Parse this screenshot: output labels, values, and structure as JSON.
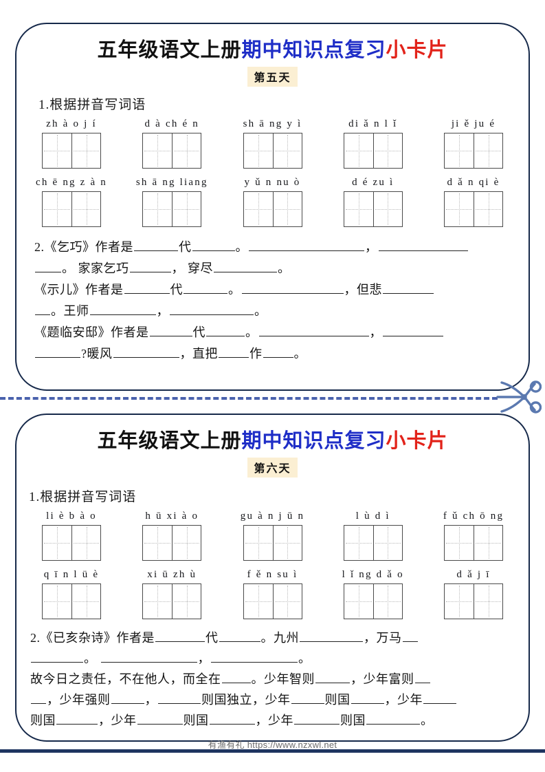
{
  "document": {
    "footer_watermark": "有渔有礼 https://www.nzxwl.net",
    "colors": {
      "title_black": "#111111",
      "title_blue": "#1f2ec7",
      "title_red": "#e2231a",
      "card_border": "#16294a",
      "badge_bg": "#fbefd3",
      "cutline": "#4a62ad",
      "scissors": "#5b79b0",
      "footer_bar": "#1e3460"
    }
  },
  "cards": [
    {
      "title": {
        "part_black": "五年级语文上册",
        "part_blue": "期中知识点复习",
        "part_red": "小卡片"
      },
      "day_badge": "第五天",
      "section1_heading": "1.根据拼音写词语",
      "pinyin_rows": [
        [
          {
            "pinyin": "zh à o   j í"
          },
          {
            "pinyin": "d à ch é n"
          },
          {
            "pinyin": "sh ā ng  y ì"
          },
          {
            "pinyin": "di ǎ n  l ǐ"
          },
          {
            "pinyin": "ji ě   ju é"
          }
        ],
        [
          {
            "pinyin": "ch ē ng z à n"
          },
          {
            "pinyin": "sh ā ng liang"
          },
          {
            "pinyin": "y ǔ n nu ò"
          },
          {
            "pinyin": "d é  zu ì"
          },
          {
            "pinyin": "d ǎ n   qi è"
          }
        ]
      ],
      "section2_lines": [
        {
          "segments": [
            {
              "t": "text",
              "v": "2.《乞巧》作者是"
            },
            {
              "t": "blank",
              "w": 64
            },
            {
              "t": "text",
              "v": "代"
            },
            {
              "t": "blank",
              "w": 62
            },
            {
              "t": "text",
              "v": "。"
            },
            {
              "t": "blank",
              "w": 168
            },
            {
              "t": "text",
              "v": "，"
            },
            {
              "t": "blank",
              "w": 130
            }
          ]
        },
        {
          "segments": [
            {
              "t": "blank",
              "w": 38
            },
            {
              "t": "text",
              "v": "。  家家乞巧"
            },
            {
              "t": "blank",
              "w": 60
            },
            {
              "t": "text",
              "v": "，  穿尽"
            },
            {
              "t": "blank",
              "w": 92
            },
            {
              "t": "text",
              "v": "。"
            }
          ]
        },
        {
          "segments": [
            {
              "t": "text",
              "v": "《示儿》作者是"
            },
            {
              "t": "blank",
              "w": 66
            },
            {
              "t": "text",
              "v": "代"
            },
            {
              "t": "blank",
              "w": 64
            },
            {
              "t": "text",
              "v": "。"
            },
            {
              "t": "blank",
              "w": 148
            },
            {
              "t": "text",
              "v": "，但悲"
            },
            {
              "t": "blank",
              "w": 74
            }
          ]
        },
        {
          "segments": [
            {
              "t": "blank",
              "w": 22
            },
            {
              "t": "text",
              "v": "。王师"
            },
            {
              "t": "blank",
              "w": 96
            },
            {
              "t": "text",
              "v": "，"
            },
            {
              "t": "blank",
              "w": 122
            },
            {
              "t": "text",
              "v": "。"
            }
          ]
        },
        {
          "segments": [
            {
              "t": "text",
              "v": "《题临安邸》作者是"
            },
            {
              "t": "blank",
              "w": 62
            },
            {
              "t": "text",
              "v": "代"
            },
            {
              "t": "blank",
              "w": 56
            },
            {
              "t": "text",
              "v": "。"
            },
            {
              "t": "blank",
              "w": 160
            },
            {
              "t": "text",
              "v": "，"
            },
            {
              "t": "blank",
              "w": 88
            }
          ]
        },
        {
          "segments": [
            {
              "t": "blank",
              "w": 66
            },
            {
              "t": "text",
              "v": "?暖风"
            },
            {
              "t": "blank",
              "w": 96
            },
            {
              "t": "text",
              "v": "，直把"
            },
            {
              "t": "blank",
              "w": 44
            },
            {
              "t": "text",
              "v": "作"
            },
            {
              "t": "blank",
              "w": 44
            },
            {
              "t": "text",
              "v": "。"
            }
          ]
        }
      ]
    },
    {
      "title": {
        "part_black": "五年级语文上册",
        "part_blue": "期中知识点复习",
        "part_red": "小卡片"
      },
      "day_badge": "第六天",
      "section1_heading": "1.根据拼音写词语",
      "pinyin_rows": [
        [
          {
            "pinyin": "li è  b à o"
          },
          {
            "pinyin": "h ū  xi à o"
          },
          {
            "pinyin": "gu à n j ū n"
          },
          {
            "pinyin": "l ù   d ì"
          },
          {
            "pinyin": "f ǔ  ch ō ng"
          }
        ],
        [
          {
            "pinyin": "q ī n  l ü è"
          },
          {
            "pinyin": "xi ū  zh ù"
          },
          {
            "pinyin": "f ě n  su ì"
          },
          {
            "pinyin": "l ǐ ng d ǎ o"
          },
          {
            "pinyin": "d ǎ   j ī"
          }
        ]
      ],
      "section2_lines": [
        {
          "segments": [
            {
              "t": "text",
              "v": "2.《已亥杂诗》作者是"
            },
            {
              "t": "blank",
              "w": 72
            },
            {
              "t": "text",
              "v": "代"
            },
            {
              "t": "blank",
              "w": 60
            },
            {
              "t": "text",
              "v": "。九州"
            },
            {
              "t": "blank",
              "w": 92
            },
            {
              "t": "text",
              "v": "，万马"
            },
            {
              "t": "blank",
              "w": 22
            }
          ]
        },
        {
          "segments": [
            {
              "t": "blank",
              "w": 76
            },
            {
              "t": "text",
              "v": "。  "
            },
            {
              "t": "blank",
              "w": 140
            },
            {
              "t": "text",
              "v": "，"
            },
            {
              "t": "blank",
              "w": 126
            },
            {
              "t": "text",
              "v": "。"
            }
          ]
        },
        {
          "segments": [
            {
              "t": "text",
              "v": "故今日之责任，不在他人，而全在"
            },
            {
              "t": "blank",
              "w": 42
            },
            {
              "t": "text",
              "v": "。少年智则"
            },
            {
              "t": "blank",
              "w": 50
            },
            {
              "t": "text",
              "v": "，少年富则"
            },
            {
              "t": "blank",
              "w": 22
            }
          ]
        },
        {
          "segments": [
            {
              "t": "blank",
              "w": 22
            },
            {
              "t": "text",
              "v": "，少年强则"
            },
            {
              "t": "blank",
              "w": 48
            },
            {
              "t": "text",
              "v": "，"
            },
            {
              "t": "blank",
              "w": 62
            },
            {
              "t": "text",
              "v": "则国独立，少年"
            },
            {
              "t": "blank",
              "w": 48
            },
            {
              "t": "text",
              "v": "则国"
            },
            {
              "t": "blank",
              "w": 48
            },
            {
              "t": "text",
              "v": "，少年"
            },
            {
              "t": "blank",
              "w": 48
            }
          ]
        },
        {
          "segments": [
            {
              "t": "text",
              "v": "则国"
            },
            {
              "t": "blank",
              "w": 60
            },
            {
              "t": "text",
              "v": "，少年"
            },
            {
              "t": "blank",
              "w": 66
            },
            {
              "t": "text",
              "v": "则国"
            },
            {
              "t": "blank",
              "w": 66
            },
            {
              "t": "text",
              "v": "，少年"
            },
            {
              "t": "blank",
              "w": 66
            },
            {
              "t": "text",
              "v": "则国"
            },
            {
              "t": "blank",
              "w": 78
            },
            {
              "t": "text",
              "v": "。"
            }
          ]
        }
      ]
    }
  ]
}
